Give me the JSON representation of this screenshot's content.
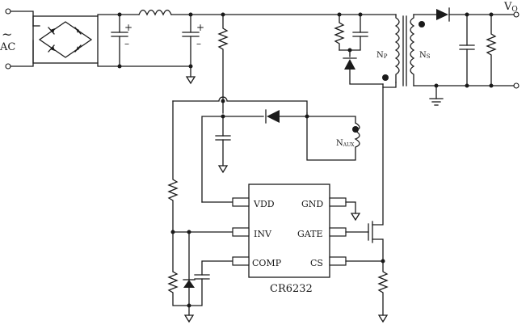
{
  "labels": {
    "ac": "AC",
    "ac_symbol": "~",
    "plus_1": "+",
    "minus_1": "–",
    "plus_2": "+",
    "minus_2": "–",
    "np": "N",
    "np_sub": "P",
    "ns": "N",
    "ns_sub": "S",
    "naux": "N",
    "naux_sub": "AUX",
    "vo": "V",
    "vo_sub": "O"
  },
  "ic": {
    "name": "CR6232",
    "pins": {
      "vdd": "VDD",
      "inv": "INV",
      "comp": "COMP",
      "gnd": "GND",
      "gate": "GATE",
      "cs": "CS"
    }
  }
}
